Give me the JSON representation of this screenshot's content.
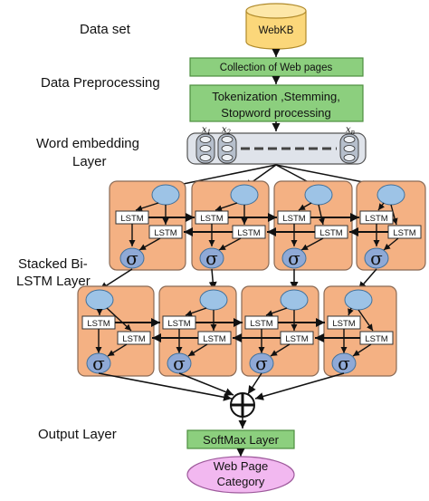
{
  "labels": {
    "dataset": "Data set",
    "preprocessing": "Data Preprocessing",
    "embedding_line1": "Word embedding",
    "embedding_line2": "Layer",
    "stacked_line1": "Stacked Bi-",
    "stacked_line2": "LSTM Layer",
    "output": "Output Layer"
  },
  "nodes": {
    "webkb": "WebKB",
    "collection": "Collection of Web pages",
    "preproc_line1": "Tokenization ,Stemming,",
    "preproc_line2": "Stopword processing",
    "softmax": "SoftMax Layer",
    "category_line1": "Web Page",
    "category_line2": "Category"
  },
  "embedding": {
    "x1": "x",
    "x1_sub": "1",
    "x2": "x",
    "x2_sub": "2",
    "xn": "x",
    "xn_sub": "n"
  },
  "cell": {
    "lstm": "LSTM",
    "sigma": "σ"
  },
  "colors": {
    "green_box": "#8ccf7e",
    "green_border": "#4e8f3f",
    "cylinder": "#fbd77a",
    "cylinder_border": "#b08a2a",
    "cell_fill": "#f4b183",
    "cell_border": "#8a6a55",
    "node_blue": "#9dc3e6",
    "node_blue_border": "#41719c",
    "sigma_fill": "#8fa9d6",
    "category_fill": "#f2b8f0",
    "category_border": "#9e5a9c",
    "embed_fill": "#dfe3ea"
  }
}
